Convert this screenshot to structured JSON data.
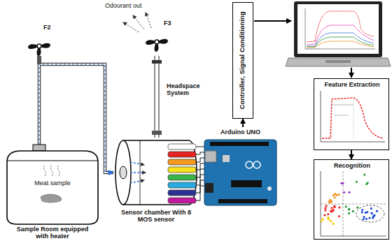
{
  "diagram": {
    "nodes": [
      {
        "text": [
          "Meat sample",
          "Sample Room equipped with heater"
        ]
      },
      {
        "text": [
          "Sensor chamber With 8 MOS sensor"
        ]
      },
      {
        "text": [
          "Arduino UNO"
        ]
      },
      {
        "text": [
          "Controller, Signal Conditioning"
        ]
      },
      {
        "text": [
          "Feature Extraction"
        ]
      },
      {
        "text": [
          "Recognition"
        ]
      }
    ],
    "edges": [
      {
        "from": 0,
        "to": 1,
        "arrow": "to"
      },
      {
        "from": 1,
        "to": 2,
        "arrow": "none"
      },
      {
        "from": 2,
        "to": 3,
        "arrow": "to"
      },
      {
        "from": 4,
        "to": 5,
        "arrow": "to"
      }
    ],
    "labels": [
      "Odourant out",
      "F2",
      "F3",
      "Headspace System"
    ]
  }
}
